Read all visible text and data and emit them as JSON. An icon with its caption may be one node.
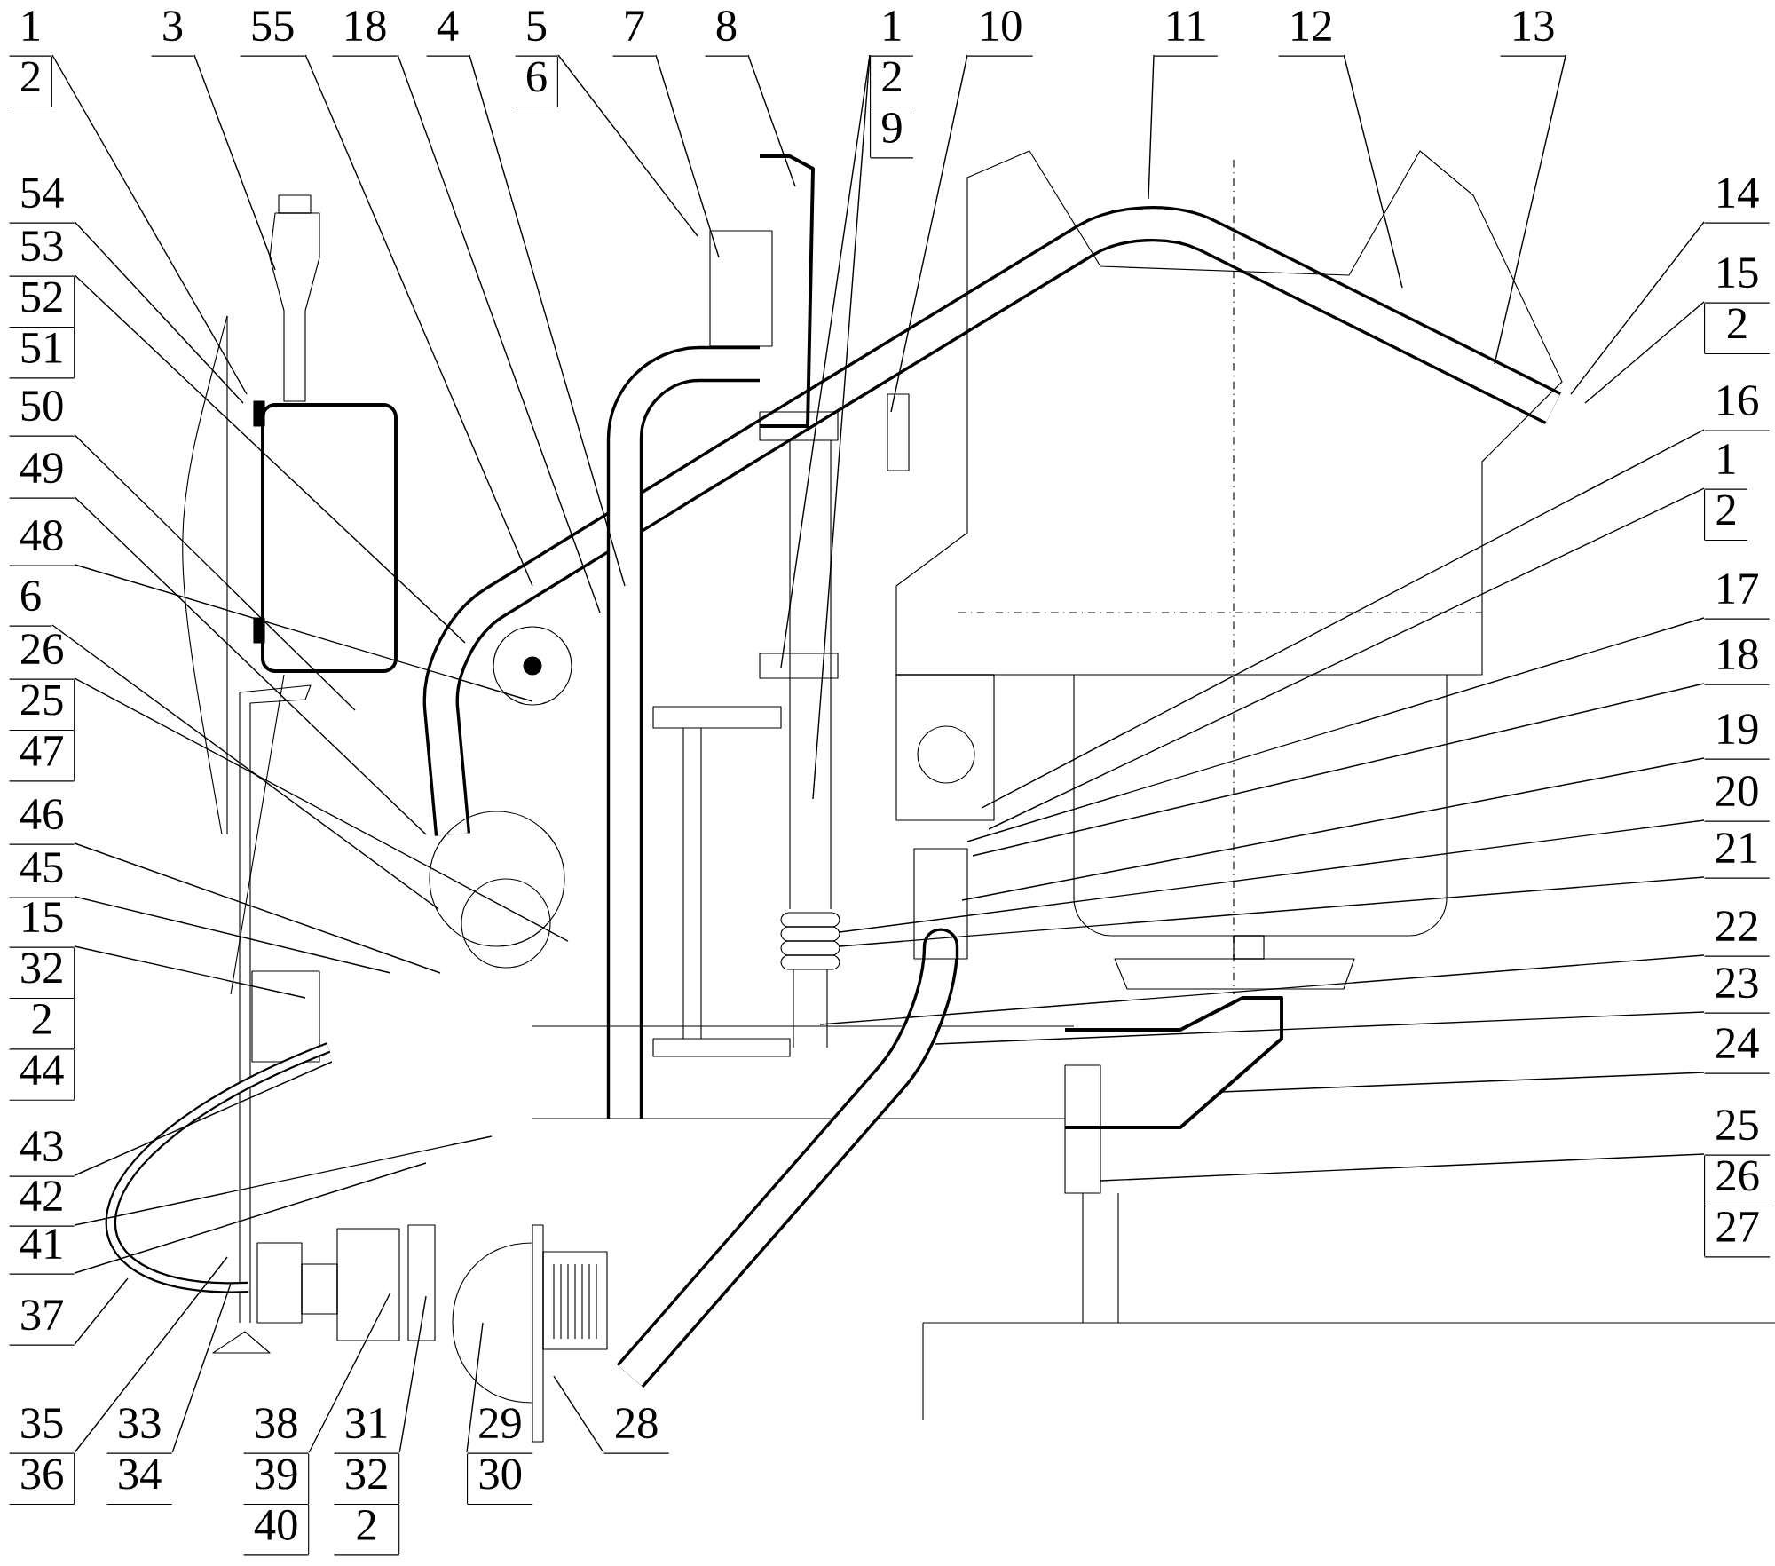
{
  "diagram": {
    "nodes": [
      {
        "text": [
          "1",
          "2"
        ]
      },
      {
        "text": [
          "3"
        ]
      },
      {
        "text": [
          "55"
        ]
      },
      {
        "text": [
          "18"
        ]
      },
      {
        "text": [
          "4"
        ]
      },
      {
        "text": [
          "5",
          "6"
        ]
      },
      {
        "text": [
          "7"
        ]
      },
      {
        "text": [
          "8"
        ]
      },
      {
        "text": [
          "1",
          "2",
          "9"
        ]
      },
      {
        "text": [
          "10"
        ]
      },
      {
        "text": [
          "11"
        ]
      },
      {
        "text": [
          "12"
        ]
      },
      {
        "text": [
          "13"
        ]
      },
      {
        "text": [
          "14"
        ]
      },
      {
        "text": [
          "15",
          "2"
        ]
      },
      {
        "text": [
          "16"
        ]
      },
      {
        "text": [
          "1",
          "2"
        ]
      },
      {
        "text": [
          "17"
        ]
      },
      {
        "text": [
          "18"
        ]
      },
      {
        "text": [
          "19"
        ]
      },
      {
        "text": [
          "20"
        ]
      },
      {
        "text": [
          "21"
        ]
      },
      {
        "text": [
          "22"
        ]
      },
      {
        "text": [
          "23"
        ]
      },
      {
        "text": [
          "24"
        ]
      },
      {
        "text": [
          "25",
          "26",
          "27"
        ]
      },
      {
        "text": [
          "54"
        ]
      },
      {
        "text": [
          "53",
          "52",
          "51"
        ]
      },
      {
        "text": [
          "50"
        ]
      },
      {
        "text": [
          "49"
        ]
      },
      {
        "text": [
          "48"
        ]
      },
      {
        "text": [
          "6"
        ]
      },
      {
        "text": [
          "26",
          "25",
          "47"
        ]
      },
      {
        "text": [
          "46"
        ]
      },
      {
        "text": [
          "45"
        ]
      },
      {
        "text": [
          "15",
          "32",
          "2",
          "44"
        ]
      },
      {
        "text": [
          "43"
        ]
      },
      {
        "text": [
          "42"
        ]
      },
      {
        "text": [
          "41"
        ]
      },
      {
        "text": [
          "37"
        ]
      },
      {
        "text": [
          "35",
          "36"
        ]
      },
      {
        "text": [
          "33",
          "34"
        ]
      },
      {
        "text": [
          "38",
          "39",
          "40"
        ]
      },
      {
        "text": [
          "31",
          "32",
          "2"
        ]
      },
      {
        "text": [
          "29",
          "30"
        ]
      },
      {
        "text": [
          "28"
        ]
      }
    ],
    "edges": [
      {
        "from": 0,
        "to": null,
        "arrow": "none"
      },
      {
        "from": 1,
        "to": null,
        "arrow": "none"
      },
      {
        "from": 2,
        "to": null,
        "arrow": "none"
      },
      {
        "from": 3,
        "to": null,
        "arrow": "none"
      },
      {
        "from": 4,
        "to": null,
        "arrow": "none"
      },
      {
        "from": 5,
        "to": null,
        "arrow": "none"
      },
      {
        "from": 6,
        "to": null,
        "arrow": "none"
      },
      {
        "from": 7,
        "to": null,
        "arrow": "none"
      },
      {
        "from": 8,
        "to": null,
        "arrow": "none"
      },
      {
        "from": 8,
        "to": null,
        "arrow": "none"
      },
      {
        "from": 9,
        "to": null,
        "arrow": "none"
      },
      {
        "from": 10,
        "to": null,
        "arrow": "none"
      },
      {
        "from": 11,
        "to": null,
        "arrow": "none"
      },
      {
        "from": 12,
        "to": null,
        "arrow": "none"
      },
      {
        "from": 13,
        "to": null,
        "arrow": "none"
      },
      {
        "from": 14,
        "to": null,
        "arrow": "none"
      },
      {
        "from": 15,
        "to": null,
        "arrow": "none"
      },
      {
        "from": 16,
        "to": null,
        "arrow": "none"
      },
      {
        "from": 17,
        "to": null,
        "arrow": "none"
      },
      {
        "from": 18,
        "to": null,
        "arrow": "none"
      },
      {
        "from": 19,
        "to": null,
        "arrow": "none"
      },
      {
        "from": 20,
        "to": null,
        "arrow": "none"
      },
      {
        "from": 21,
        "to": null,
        "arrow": "none"
      },
      {
        "from": 22,
        "to": null,
        "arrow": "none"
      },
      {
        "from": 23,
        "to": null,
        "arrow": "none"
      },
      {
        "from": 24,
        "to": null,
        "arrow": "none"
      },
      {
        "from": 25,
        "to": null,
        "arrow": "none"
      },
      {
        "from": 26,
        "to": null,
        "arrow": "none"
      },
      {
        "from": 27,
        "to": null,
        "arrow": "none"
      },
      {
        "from": 28,
        "to": null,
        "arrow": "none"
      },
      {
        "from": 29,
        "to": null,
        "arrow": "none"
      },
      {
        "from": 30,
        "to": null,
        "arrow": "none"
      },
      {
        "from": 31,
        "to": null,
        "arrow": "none"
      },
      {
        "from": 32,
        "to": null,
        "arrow": "none"
      },
      {
        "from": 33,
        "to": null,
        "arrow": "none"
      },
      {
        "from": 34,
        "to": null,
        "arrow": "none"
      },
      {
        "from": 35,
        "to": null,
        "arrow": "none"
      },
      {
        "from": 36,
        "to": null,
        "arrow": "none"
      },
      {
        "from": 37,
        "to": null,
        "arrow": "none"
      },
      {
        "from": 38,
        "to": null,
        "arrow": "none"
      },
      {
        "from": 39,
        "to": null,
        "arrow": "none"
      },
      {
        "from": 40,
        "to": null,
        "arrow": "none"
      },
      {
        "from": 41,
        "to": null,
        "arrow": "none"
      },
      {
        "from": 42,
        "to": null,
        "arrow": "none"
      },
      {
        "from": 43,
        "to": null,
        "arrow": "none"
      },
      {
        "from": 44,
        "to": null,
        "arrow": "none"
      },
      {
        "from": 45,
        "to": null,
        "arrow": "none"
      }
    ]
  }
}
